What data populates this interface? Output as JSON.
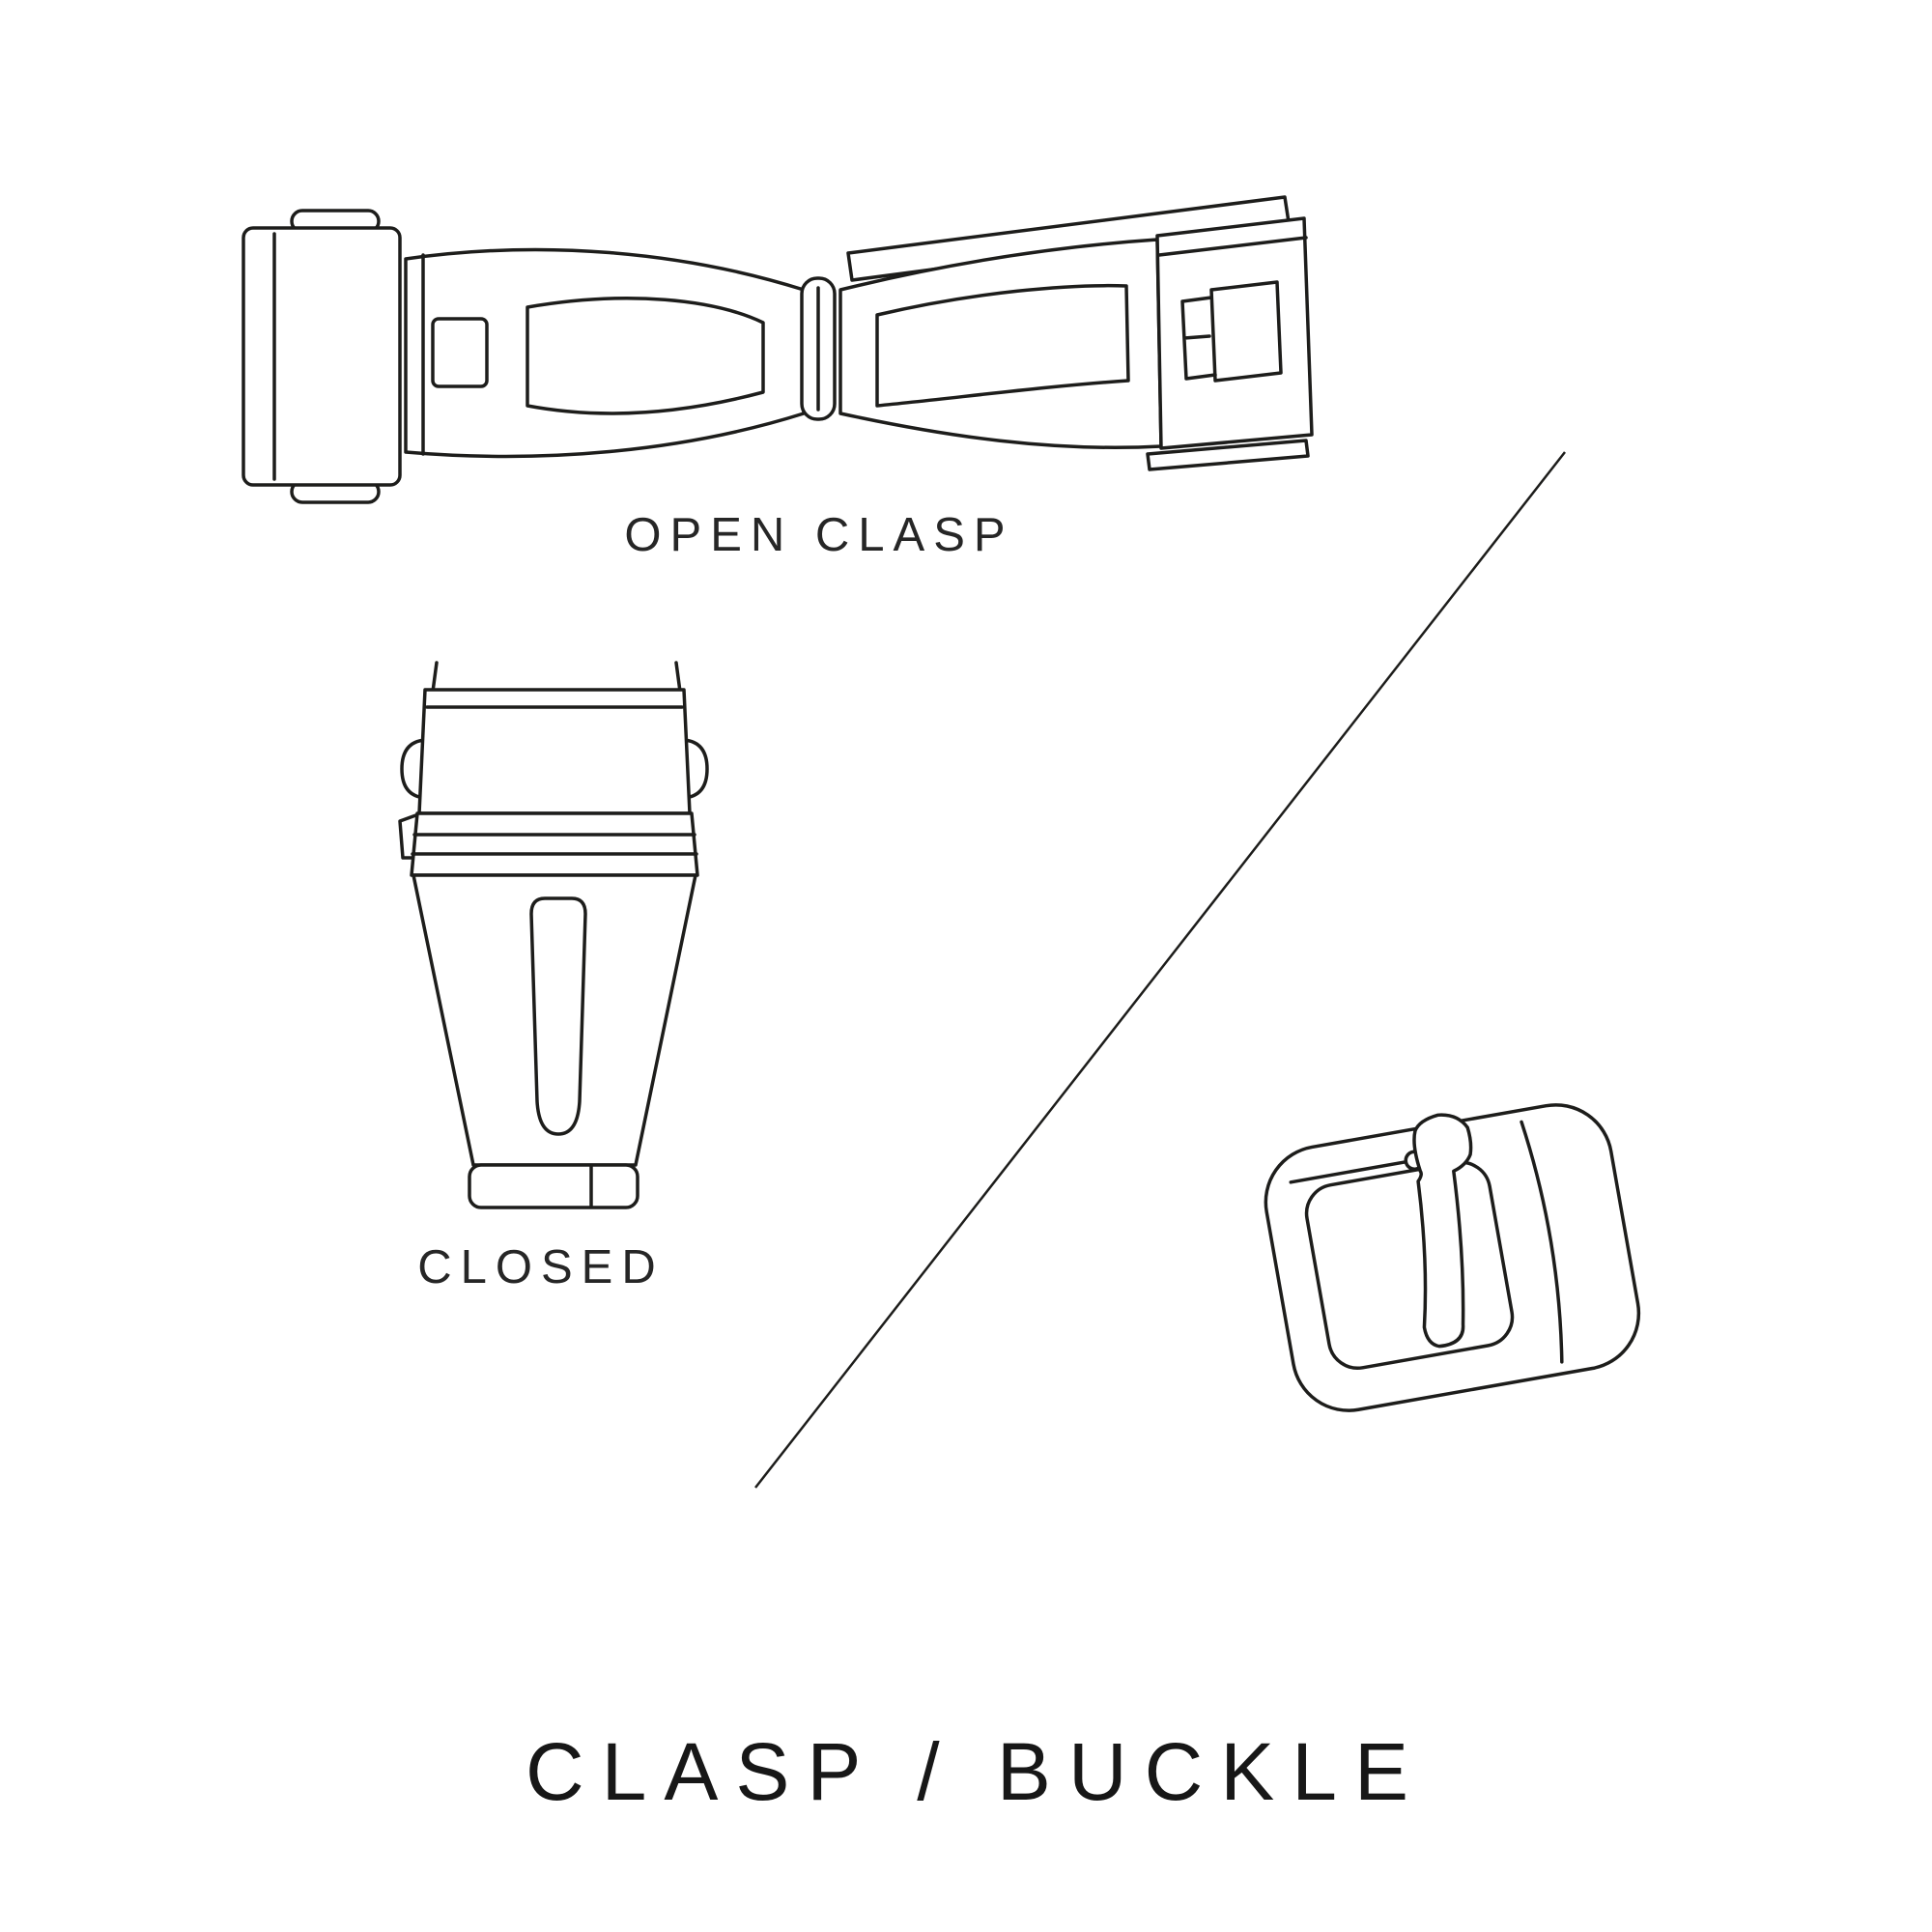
{
  "page": {
    "background_color": "#ffffff",
    "line_color": "#1d1d1b",
    "text_color": "#1f1f1f"
  },
  "title": "CLASP / BUCKLE",
  "labels": {
    "open_clasp": "OPEN CLASP",
    "closed_clasp": "CLOSED"
  },
  "icons": {
    "open_clasp": "open-clasp-illustration",
    "closed_clasp": "closed-clasp-illustration",
    "buckle": "buckle-illustration",
    "divider": "diagonal-divider-line"
  }
}
